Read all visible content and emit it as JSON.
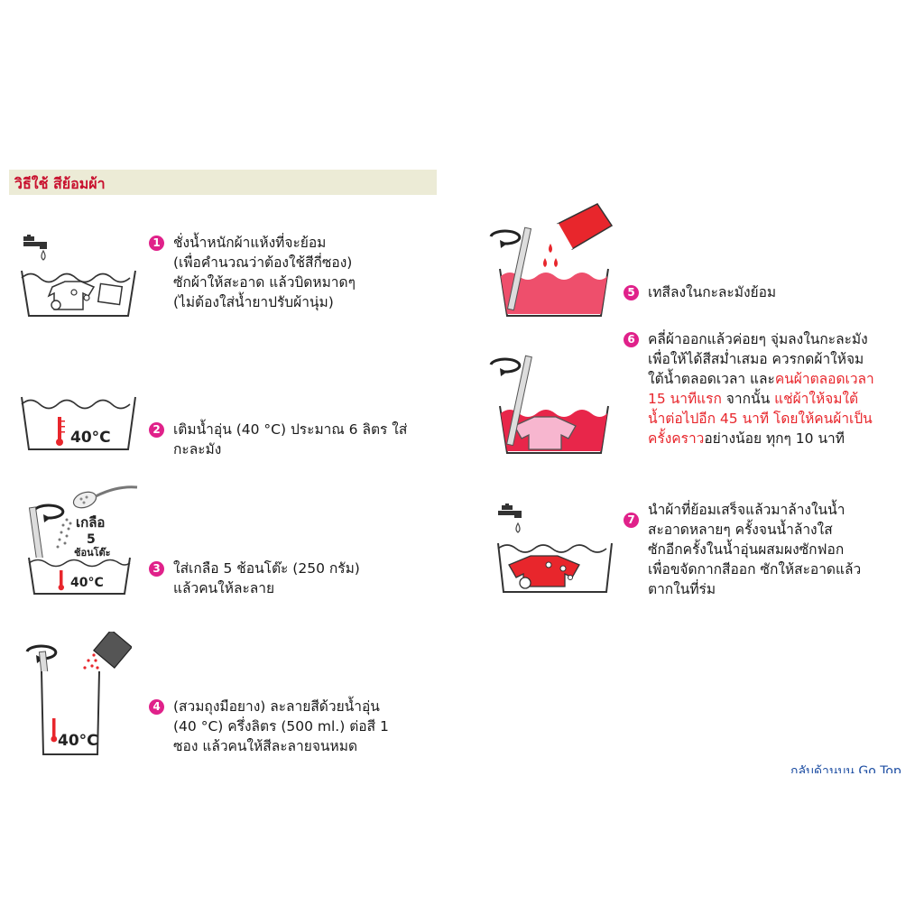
{
  "header": {
    "title": "วิธีใช้ สีย้อมผ้า"
  },
  "steps": [
    {
      "num": "1",
      "lines": [
        "ชั่งน้ำหนักผ้าแห้งที่จะย้อม",
        "(เพื่อคำนวณว่าต้องใช้สีกี่ซอง)",
        "ซักผ้าให้สะอาด แล้วบิดหมาดๆ",
        "(ไม่ต้องใส่น้ำยาปรับผ้านุ่ม)"
      ]
    },
    {
      "num": "2",
      "lines": [
        "เติมน้ำอุ่น (40 °C) ประมาณ 6 ลิตร ใส่",
        "กะละมัง"
      ]
    },
    {
      "num": "3",
      "lines": [
        "ใส่เกลือ 5 ช้อนโต๊ะ (250 กรัม)",
        "แล้วคนให้ละลาย"
      ]
    },
    {
      "num": "4",
      "lines": [
        "(สวมถุงมือยาง) ละลายสีด้วยน้ำอุ่น",
        "(40 °C) ครึ่งลิตร (500 ml.) ต่อสี 1",
        "ซอง แล้วคนให้สีละลายจนหมด"
      ]
    },
    {
      "num": "5",
      "lines": [
        "เทสีลงในกะละมังย้อม"
      ]
    },
    {
      "num": "6",
      "line1": "คลี่ผ้าออกแล้วค่อยๆ จุ่มลงในกะละมัง",
      "line2": "เพื่อให้ได้สีสม่ำเสมอ ควรกดผ้าให้จม",
      "line3_a": "ใต้น้ำตลอดเวลา และ",
      "line3_b": "คนผ้าตลอดเวลา",
      "line4_a": "15 นาทีแรก",
      "line4_b": " จากนั้น ",
      "line4_c": "แช่ผ้าให้จมใต้",
      "line5": "น้ำต่อไปอีก 45 นาที โดยให้คนผ้าเป็น",
      "line6_a": "ครั้งคราว",
      "line6_b": "อย่างน้อย ทุกๆ 10 นาที"
    },
    {
      "num": "7",
      "lines": [
        "นำผ้าที่ย้อมเสร็จแล้วมาล้างในน้ำ",
        "สะอาดหลายๆ ครั้งจนน้ำล้างใส",
        "ซักอีกครั้งในน้ำอุ่นผสมผงซักฟอก",
        "เพื่อขจัดกากสีออก ซักให้สะอาดแล้ว",
        "ตากในที่ร่ม"
      ]
    }
  ],
  "illustrations": {
    "temp_label": "40°C",
    "salt_label": "เกลือ",
    "salt_count": "5",
    "salt_unit": "ช้อนโต๊ะ"
  },
  "footer": {
    "go_top": "กลับด้านบน Go Top"
  },
  "colors": {
    "header_bg": "#ecebd6",
    "header_text": "#c8102e",
    "step_badge": "#e0218a",
    "dye_red": "#e8262c",
    "link": "#1f4fa3"
  }
}
